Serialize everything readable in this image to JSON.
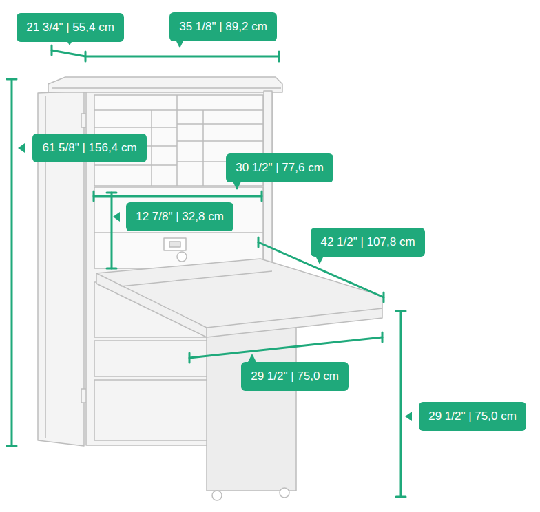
{
  "diagram": {
    "labels": [
      "21 3/4\" | 55,4 cm",
      "35 1/8\" | 89,2 cm",
      "61 5/8\" | 156,4 cm",
      "30 1/2\" | 77,6 cm",
      "12 7/8\" | 32,8 cm",
      "42 1/2\" | 107,8 cm",
      "29 1/2\" | 75,0 cm",
      "29 1/2\" | 75,0 cm"
    ]
  }
}
